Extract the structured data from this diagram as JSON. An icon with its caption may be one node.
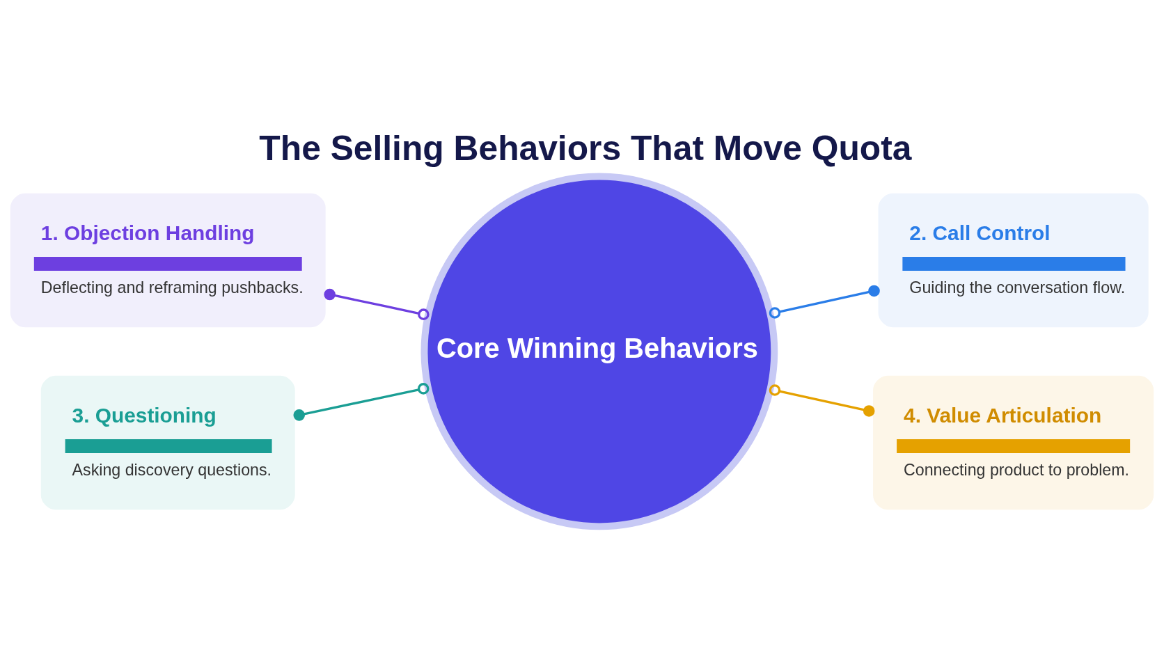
{
  "diagram": {
    "title": "The Selling Behaviors That Move Quota",
    "nodes": [
      {
        "text": [
          "Core Winning Behaviors"
        ]
      },
      {
        "text": [
          "1. Objection Handling",
          "Deflecting and reframing pushbacks."
        ]
      },
      {
        "text": [
          "2. Call Control",
          "Guiding the conversation flow."
        ]
      },
      {
        "text": [
          "3. Questioning",
          "Asking discovery questions."
        ]
      },
      {
        "text": [
          "4. Value Articulation",
          "Connecting product to problem."
        ]
      }
    ],
    "edges": [
      {
        "from": 1,
        "to": 0,
        "arrow": "other",
        "color": "#6d3fe0"
      },
      {
        "from": 0,
        "to": 2,
        "arrow": "other",
        "color": "#2a7de8"
      },
      {
        "from": 3,
        "to": 0,
        "arrow": "other",
        "color": "#1a9e94"
      },
      {
        "from": 0,
        "to": 4,
        "arrow": "other",
        "color": "#e5a100"
      }
    ]
  }
}
